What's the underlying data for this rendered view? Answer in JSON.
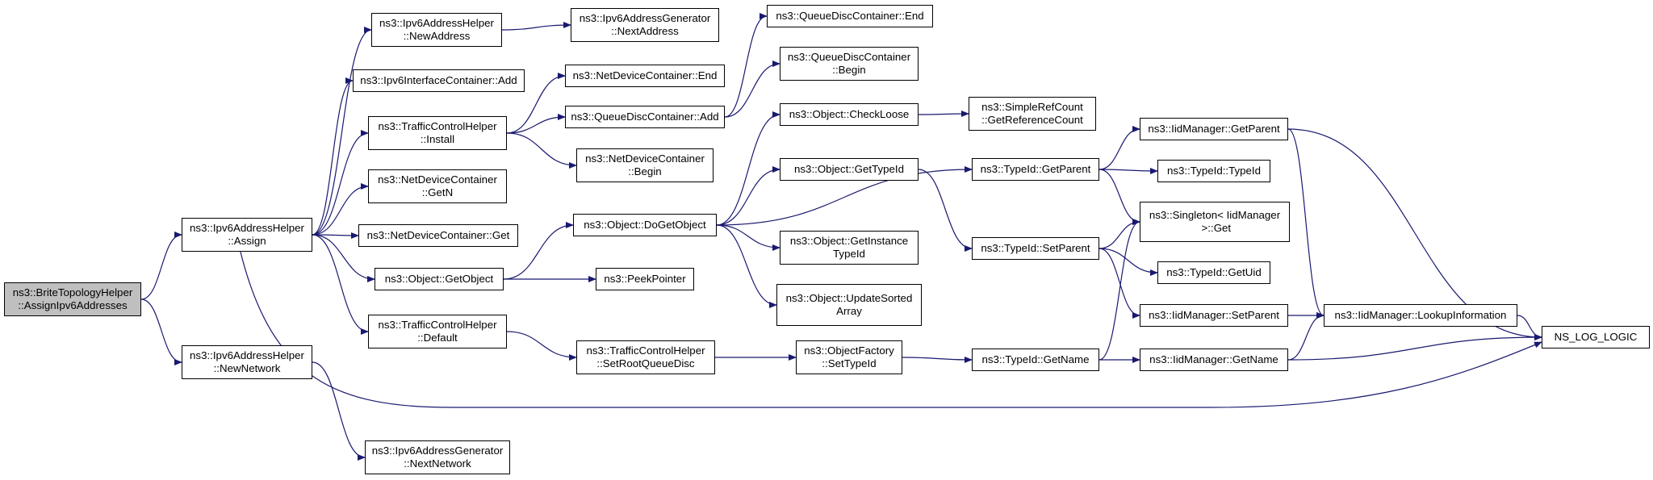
{
  "colors": {
    "edge": "#191970",
    "node_border": "#000000",
    "root_fill": "#bfbfbf"
  },
  "nodes": {
    "root": "ns3::BriteTopologyHelper\n::AssignIpv6Addresses",
    "assign": "ns3::Ipv6AddressHelper\n::Assign",
    "newNetwork": "ns3::Ipv6AddressHelper\n::NewNetwork",
    "newAddress": "ns3::Ipv6AddressHelper\n::NewAddress",
    "ifaceAdd": "ns3::Ipv6InterfaceContainer::Add",
    "tchInstall": "ns3::TrafficControlHelper\n::Install",
    "ndcGetN": "ns3::NetDeviceContainer\n::GetN",
    "ndcGet": "ns3::NetDeviceContainer::Get",
    "objGetObject": "ns3::Object::GetObject",
    "tchDefault": "ns3::TrafficControlHelper\n::Default",
    "genNextNetwork": "ns3::Ipv6AddressGenerator\n::NextNetwork",
    "genNextAddress": "ns3::Ipv6AddressGenerator\n::NextAddress",
    "ndcEnd": "ns3::NetDeviceContainer::End",
    "qdcAdd": "ns3::QueueDiscContainer::Add",
    "ndcBegin": "ns3::NetDeviceContainer\n::Begin",
    "objDoGetObject": "ns3::Object::DoGetObject",
    "peekPointer": "ns3::PeekPointer",
    "tchSetRoot": "ns3::TrafficControlHelper\n::SetRootQueueDisc",
    "qdcEnd": "ns3::QueueDiscContainer::End",
    "qdcBegin": "ns3::QueueDiscContainer\n::Begin",
    "objCheckLoose": "ns3::Object::CheckLoose",
    "objGetTypeId": "ns3::Object::GetTypeId",
    "objGetInstance": "ns3::Object::GetInstance\nTypeId",
    "objUpdateSorted": "ns3::Object::UpdateSorted\nArray",
    "ofSetTypeId": "ns3::ObjectFactory\n::SetTypeId",
    "srcGetRef": "ns3::SimpleRefCount\n::GetReferenceCount",
    "tidGetParent": "ns3::TypeId::GetParent",
    "tidSetParent": "ns3::TypeId::SetParent",
    "tidGetName": "ns3::TypeId::GetName",
    "iidGetParent": "ns3::IidManager::GetParent",
    "tidTypeId": "ns3::TypeId::TypeId",
    "singletonGet": "ns3::Singleton< IidManager\n >::Get",
    "tidGetUid": "ns3::TypeId::GetUid",
    "iidSetParent": "ns3::IidManager::SetParent",
    "iidGetName": "ns3::IidManager::GetName",
    "iidLookup": "ns3::IidManager::LookupInformation",
    "nsLogLogic": "NS_LOG_LOGIC"
  }
}
